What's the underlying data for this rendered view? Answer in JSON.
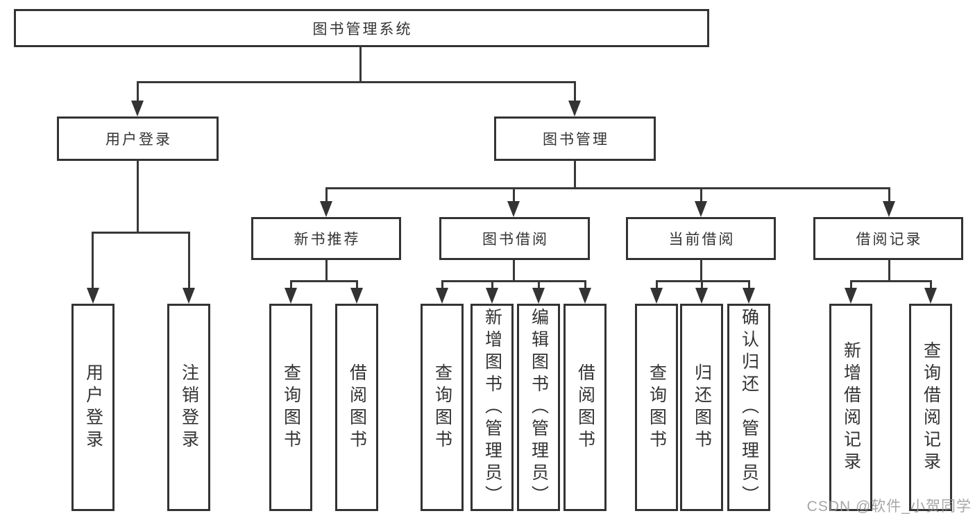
{
  "diagram": {
    "type": "tree-hierarchy",
    "colors": {
      "line": "#383838",
      "border": "#333333",
      "text": "#333333",
      "background": "#ffffff",
      "watermark": "#969696"
    },
    "nodes": {
      "root": {
        "label": "图书管理系统"
      },
      "user_login": {
        "label": "用户登录",
        "children": [
          "用户登录",
          "注销登录"
        ]
      },
      "book_mgmt": {
        "label": "图书管理"
      },
      "new_book_rec": {
        "label": "新书推荐",
        "children": [
          "查询图书",
          "借阅图书"
        ]
      },
      "book_borrow": {
        "label": "图书借阅",
        "children": [
          "查询图书",
          "新增图书（管理员）",
          "编辑图书（管理员）",
          "借阅图书"
        ]
      },
      "current_borrow": {
        "label": "当前借阅",
        "children": [
          "查询图书",
          "归还图书",
          "确认归还（管理员）"
        ]
      },
      "borrow_records": {
        "label": "借阅记录",
        "children": [
          "新增借阅记录",
          "查询借阅记录"
        ]
      }
    },
    "watermark": "CSDN @软件_小贺同学"
  }
}
